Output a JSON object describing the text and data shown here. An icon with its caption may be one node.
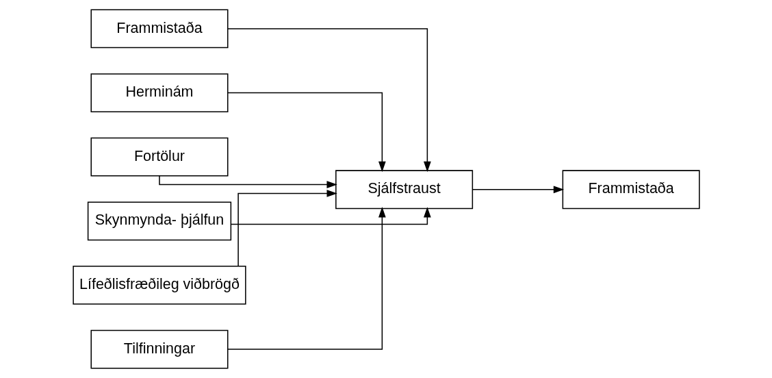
{
  "diagram": {
    "nodes": [
      {
        "text": [
          "Frammistaða"
        ]
      },
      {
        "text": [
          "Herminám"
        ]
      },
      {
        "text": [
          "Fortölur"
        ]
      },
      {
        "text": [
          "Skynmynda- þjálfun"
        ]
      },
      {
        "text": [
          "Lífeðlisfræðileg viðbrögð"
        ]
      },
      {
        "text": [
          "Tilfinningar"
        ]
      },
      {
        "text": [
          "Sjálfstraust"
        ]
      },
      {
        "text": [
          "Frammistaða"
        ]
      }
    ],
    "edges": [
      {
        "from": 0,
        "to": 6,
        "arrow": "to"
      },
      {
        "from": 1,
        "to": 6,
        "arrow": "to"
      },
      {
        "from": 2,
        "to": 6,
        "arrow": "to"
      },
      {
        "from": 3,
        "to": 6,
        "arrow": "to"
      },
      {
        "from": 4,
        "to": 6,
        "arrow": "to"
      },
      {
        "from": 5,
        "to": 6,
        "arrow": "to"
      },
      {
        "from": 6,
        "to": 7,
        "arrow": "to"
      }
    ]
  }
}
